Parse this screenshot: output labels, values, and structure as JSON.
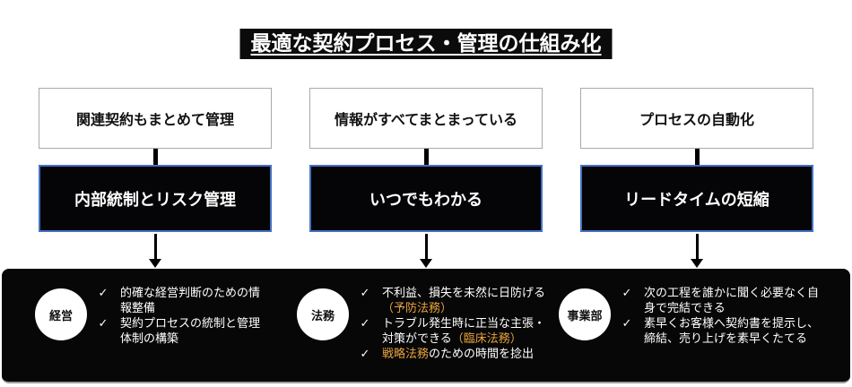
{
  "title": "最適な契約プロセス・管理の仕組み化",
  "check_glyph": "✓",
  "colors": {
    "title_bg": "#0b0b0b",
    "box_border_gray": "#a9a9a9",
    "accent_blue": "#4472c4",
    "band_bg": "#070707",
    "highlight_orange": "#e8a33d",
    "text_white": "#ffffff"
  },
  "columns": [
    {
      "goal": "関連契約もまとめて管理",
      "value": "内部統制とリスク管理",
      "role": "経営",
      "bullets": [
        {
          "segments": [
            {
              "text": "的確な経営判断のための情報整備",
              "highlight": false
            }
          ]
        },
        {
          "segments": [
            {
              "text": "契約プロセスの統制と管理体制の構築",
              "highlight": false
            }
          ]
        }
      ]
    },
    {
      "goal": "情報がすべてまとまっている",
      "value": "いつでもわかる",
      "role": "法務",
      "bullets": [
        {
          "segments": [
            {
              "text": "不利益、損失を未然に日防げる",
              "highlight": false
            },
            {
              "text": "（予防法務）",
              "highlight": true
            }
          ]
        },
        {
          "segments": [
            {
              "text": "トラブル発生時に正当な主張・対策ができる",
              "highlight": false
            },
            {
              "text": "（臨床法務）",
              "highlight": true
            }
          ]
        },
        {
          "segments": [
            {
              "text": "戦略法務",
              "highlight": true
            },
            {
              "text": "のための時間を捻出",
              "highlight": false
            }
          ]
        }
      ]
    },
    {
      "goal": "プロセスの自動化",
      "value": "リードタイムの短縮",
      "role": "事業部",
      "bullets": [
        {
          "segments": [
            {
              "text": "次の工程を誰かに聞く必要なく自身で完結できる",
              "highlight": false
            }
          ]
        },
        {
          "segments": [
            {
              "text": "素早くお客様へ契約書を提示し、締結、売り上げを素早くたてる",
              "highlight": false
            }
          ]
        }
      ]
    }
  ]
}
